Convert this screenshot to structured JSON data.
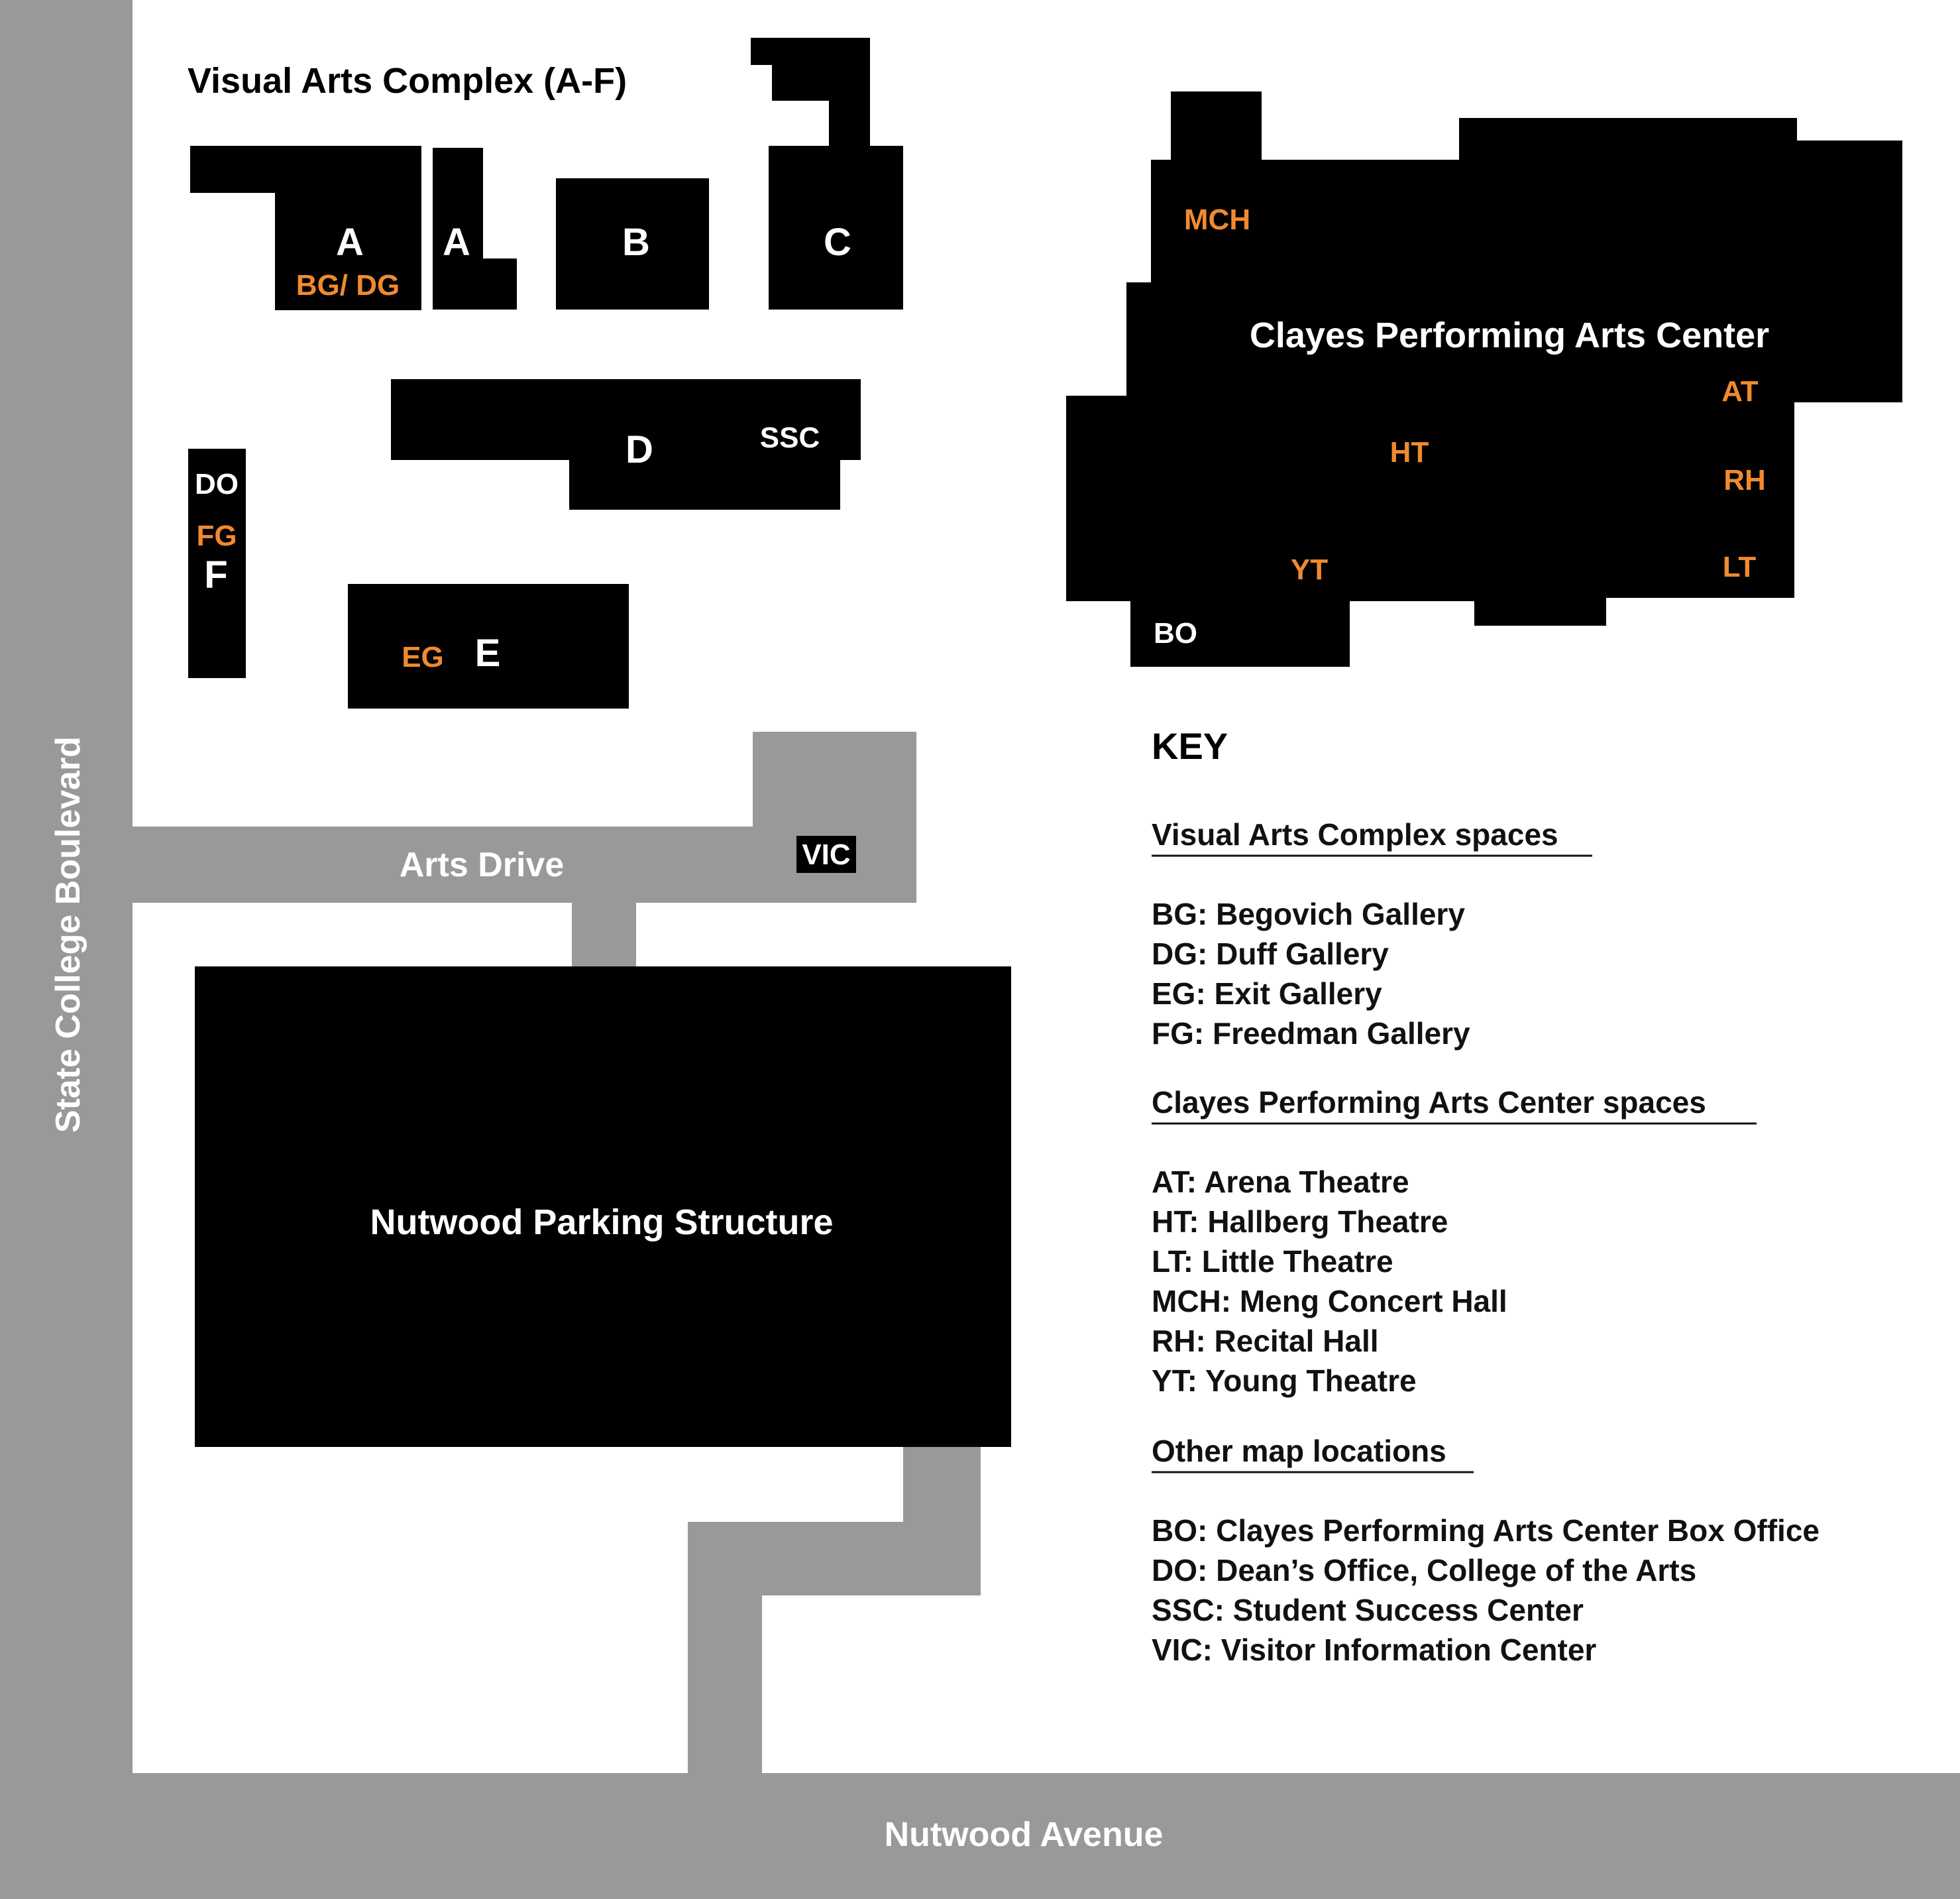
{
  "title": "Visual Arts Complex (A-F)",
  "colors": {
    "building": "#000000",
    "road": "#999999",
    "space_label": "#f08a30",
    "background": "#ffffff"
  },
  "roads": {
    "state_college": "State College Boulevard",
    "nutwood": "Nutwood Avenue",
    "arts_drive": "Arts Drive"
  },
  "buildings": {
    "a1": "A",
    "a2": "A",
    "b": "B",
    "c": "C",
    "d": "D",
    "e": "E",
    "f": "F",
    "clayes": "Clayes Performing Arts Center",
    "parking": "Nutwood Parking Structure"
  },
  "labels": {
    "bg_dg": "BG/ DG",
    "eg": "EG",
    "fg": "FG",
    "do": "DO",
    "ssc": "SSC",
    "vic": "VIC",
    "mch": "MCH",
    "at": "AT",
    "ht": "HT",
    "rh": "RH",
    "lt": "LT",
    "yt": "YT",
    "bo": "BO"
  },
  "key": {
    "title": "KEY",
    "sections": [
      {
        "heading": "Visual Arts Complex spaces",
        "items": [
          "BG: Begovich Gallery",
          "DG: Duff Gallery",
          "EG: Exit Gallery",
          "FG: Freedman Gallery"
        ]
      },
      {
        "heading": "Clayes Performing Arts Center spaces",
        "items": [
          "AT: Arena Theatre",
          "HT: Hallberg Theatre",
          "LT: Little Theatre",
          "MCH: Meng Concert Hall",
          "RH: Recital Hall",
          "YT: Young Theatre"
        ]
      },
      {
        "heading": "Other map locations",
        "items": [
          "BO: Clayes Performing Arts Center Box Office",
          "DO: Dean’s Office, College of the Arts",
          "SSC: Student Success Center",
          "VIC: Visitor Information Center"
        ]
      }
    ]
  }
}
